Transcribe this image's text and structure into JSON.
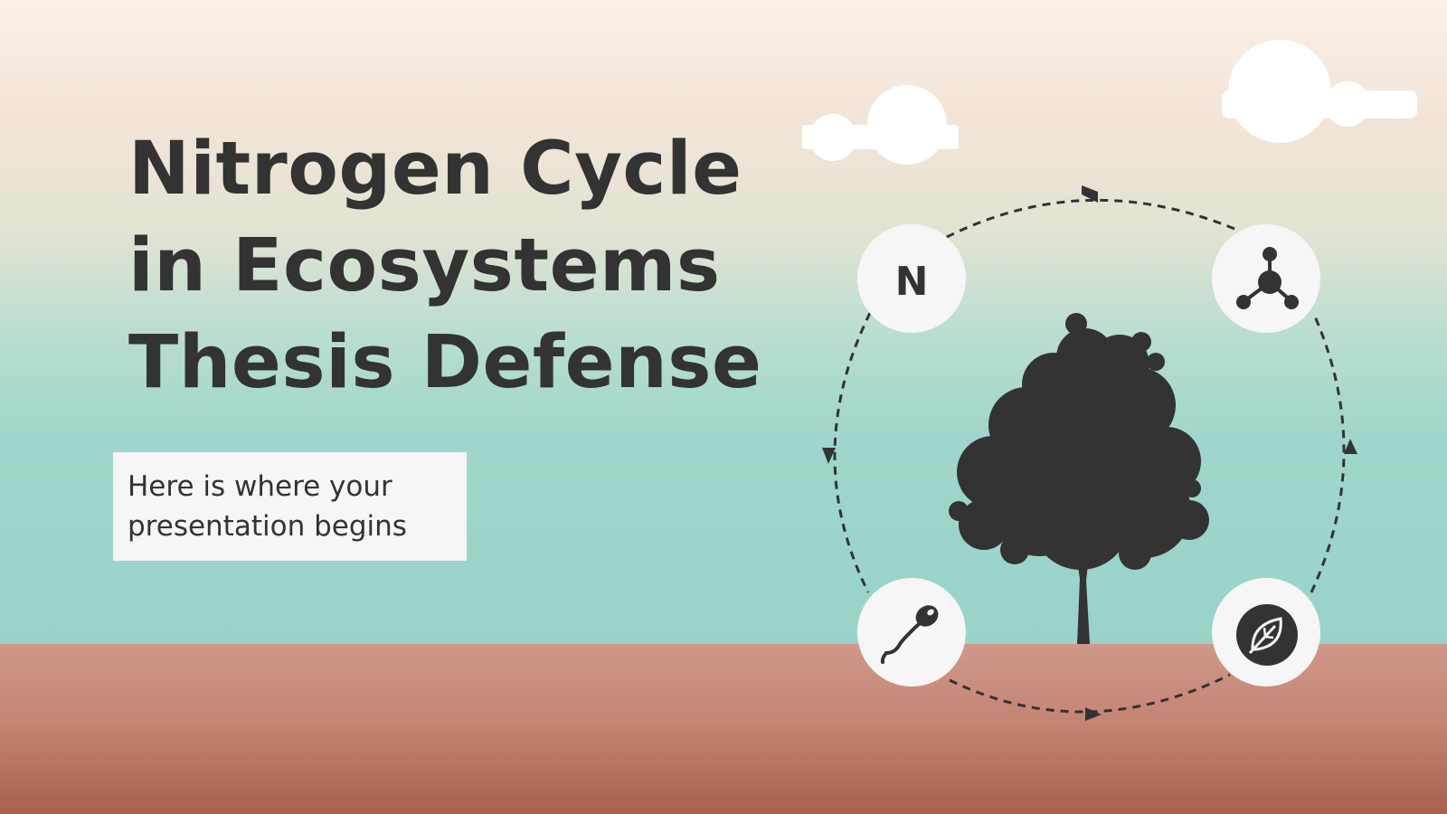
{
  "title": {
    "line1": "Nitrogen Cycle",
    "line2": "in Ecosystems",
    "line3": "Thesis Defense"
  },
  "subtitle": {
    "line1": "Here is where your",
    "line2": "presentation begins"
  },
  "cycle": {
    "nitrogen_label": "N",
    "icons": [
      "nitrogen-icon",
      "molecule-icon",
      "leaf-icon",
      "bacteria-icon"
    ]
  },
  "colors": {
    "dark": "#333333",
    "circle_fill": "#f6f6f6",
    "sky_top": "#fbf0e8",
    "sky_bottom": "#99d3c8",
    "ground_top": "#cf9888",
    "ground_bottom": "#a9604d"
  }
}
